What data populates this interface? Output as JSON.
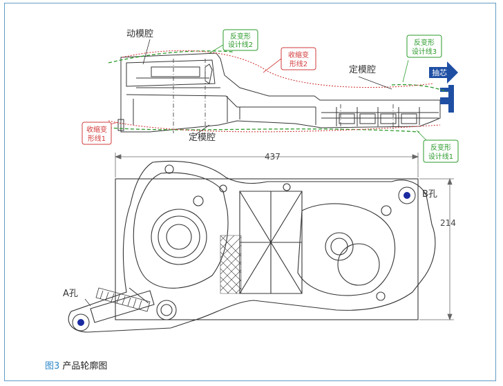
{
  "figure": {
    "number": "图3",
    "caption": "产品轮廓图"
  },
  "labels": {
    "moving_cavity": "动模腔",
    "fixed_cavity_top": "定模腔",
    "fixed_cavity_bottom": "定模腔",
    "anti_deform_2_line1": "反变形",
    "anti_deform_2_line2": "设计线2",
    "anti_deform_3_line1": "反变形",
    "anti_deform_3_line2": "设计线3",
    "anti_deform_1_line1": "反变形",
    "anti_deform_1_line2": "设计线1",
    "shrink_2_line1": "收缩变",
    "shrink_2_line2": "形线2",
    "shrink_1_line1": "收缩变",
    "shrink_1_line2": "形线1",
    "core_pull": "抽芯",
    "dim_length": "437",
    "dim_height": "214",
    "hole_a": "A孔",
    "hole_b": "B孔"
  },
  "colors": {
    "frame": "#5f9cc4",
    "green_line": "#2a9a2a",
    "red_line": "#d23a3a",
    "callout_green": "#2a9a2a",
    "callout_red": "#d23a3a",
    "core_pull_blue": "#1f4fa3",
    "hole_fill": "#1a2aa0",
    "caption_accent": "#2a86c8"
  }
}
